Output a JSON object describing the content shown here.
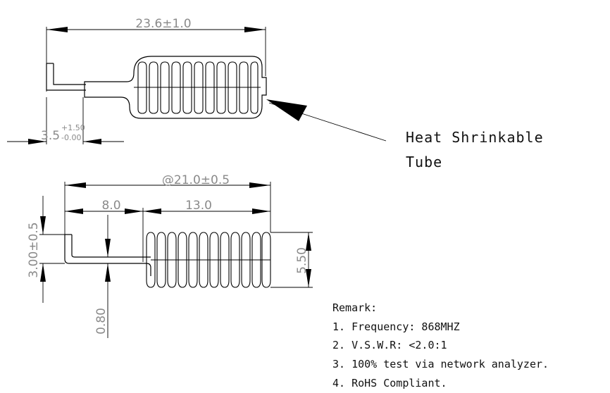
{
  "top_view": {
    "overall_length": "23.6±1.0",
    "lead_main": "3.5",
    "lead_tol_plus": "+1.50",
    "lead_tol_minus": "-0.00"
  },
  "callout": {
    "line1": "Heat Shrinkable",
    "line2": "Tube"
  },
  "bottom_view": {
    "overall_length": "@21.0±0.5",
    "straight_length": "8.0",
    "coil_length": "13.0",
    "lead_height": "3.00±0.5",
    "coil_diameter": "5.50",
    "wire_diameter": "0.80"
  },
  "remarks": {
    "title": "Remark:",
    "items": [
      "1. Frequency: 868MHZ",
      "2. V.S.W.R: <2.0:1",
      "3. 100% test via network analyzer.",
      "4. RoHS Compliant."
    ]
  }
}
